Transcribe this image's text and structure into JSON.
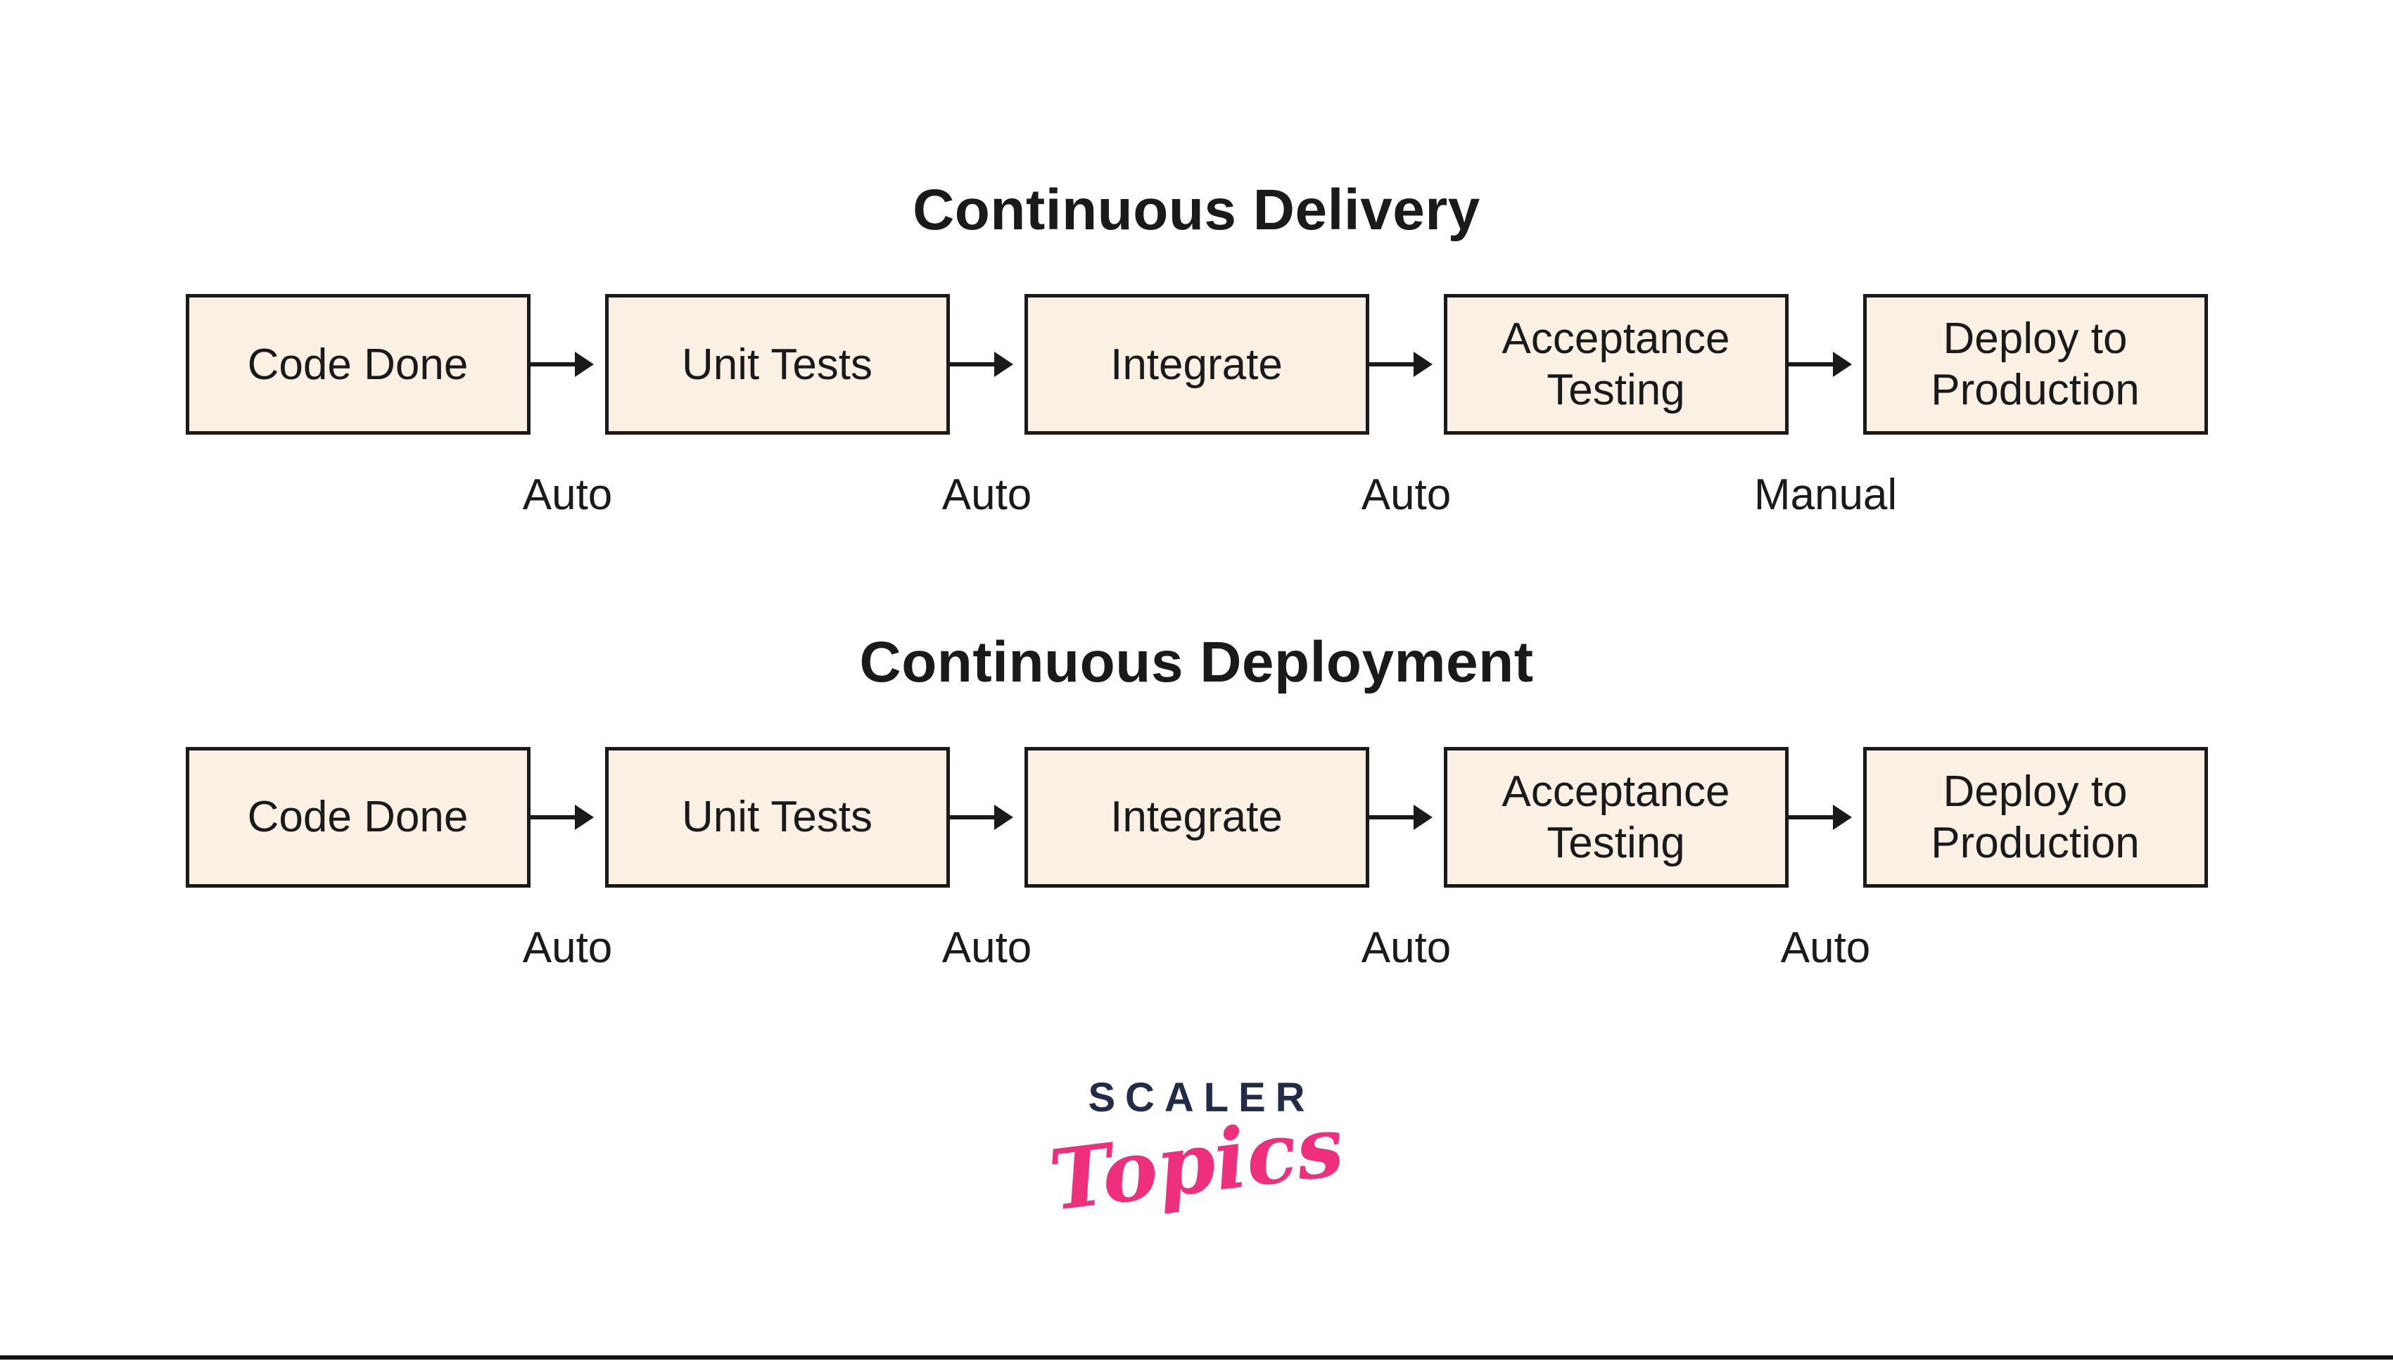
{
  "colors": {
    "box_fill": "#faf1e4",
    "line_color": "#1a1a1a",
    "text_color": "#1a1a1a",
    "brand_color": "#222c47",
    "script_color": "#ed2f7c",
    "page_bg": "#ffffff",
    "bottom_rule": "#111111"
  },
  "pipelines": [
    {
      "title": "Continuous Delivery",
      "stages": [
        "Code Done",
        "Unit Tests",
        "Integrate",
        "Acceptance Testing",
        "Deploy to Production"
      ],
      "transitions": [
        "Auto",
        "Auto",
        "Auto",
        "Manual"
      ]
    },
    {
      "title": "Continuous Deployment",
      "stages": [
        "Code Done",
        "Unit Tests",
        "Integrate",
        "Acceptance Testing",
        "Deploy to Production"
      ],
      "transitions": [
        "Auto",
        "Auto",
        "Auto",
        "Auto"
      ]
    }
  ],
  "logo": {
    "brand": "SCALER",
    "sub": "Topics"
  }
}
